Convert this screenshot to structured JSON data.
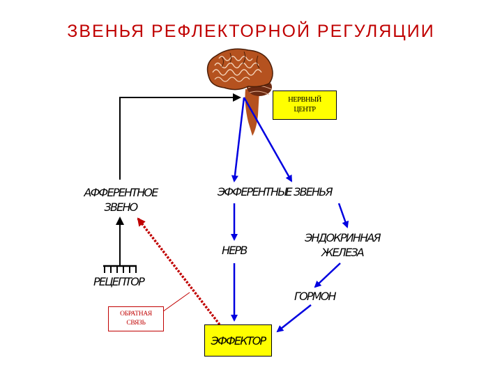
{
  "title": "ЗВЕНЬЯ  РЕФЛЕКТОРНОЙ  РЕГУЛЯЦИИ",
  "nodes": {
    "nerve_center": [
      "НЕРВНЫЙ",
      "ЦЕНТР"
    ],
    "afferent": [
      "АФФЕРЕНТНОЕ",
      "ЗВЕНО"
    ],
    "efferent": "ЭФФЕРЕНТНЫЕ ЗВЕНЬЯ",
    "nerve": "НЕРВ",
    "endocrine": [
      "ЭНДОКРИННАЯ",
      "ЖЕЛЕЗА"
    ],
    "receptor": "РЕЦЕПТОР",
    "hormone": "ГОРМОН",
    "feedback": [
      "ОБРАТНАЯ",
      "СВЯЗЬ"
    ],
    "effector": "ЭФФЕКТОР"
  },
  "colors": {
    "title": "#c00000",
    "arrow_blue": "#0000e0",
    "feedback_red": "#c00000",
    "box_fill": "#ffff00",
    "brain": "#b5521f",
    "cerebellum": "#6b2a12"
  },
  "icons": {
    "brain": "brain-icon",
    "receptor": "receptor-comb-icon"
  }
}
